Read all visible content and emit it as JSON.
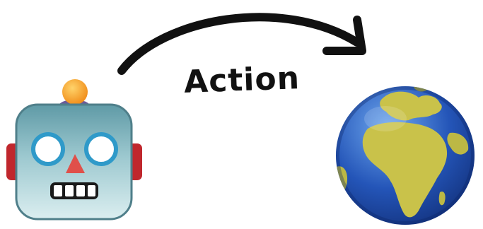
{
  "diagram": {
    "label": "Action",
    "nodes": [
      {
        "role": "agent",
        "icon": "robot-face-icon"
      },
      {
        "role": "environment",
        "icon": "globe-europe-africa-icon"
      }
    ],
    "edge": {
      "from": "agent",
      "to": "environment",
      "label": "Action"
    }
  },
  "colors": {
    "robot_face": "#8fc1c8",
    "robot_face_dark": "#4f7f8a",
    "robot_ear": "#c0272d",
    "robot_antenna": "#f6a623",
    "robot_nose": "#e0504a",
    "globe_ocean": "#2455b8",
    "globe_land": "#c9c24a",
    "arrow": "#111111"
  }
}
